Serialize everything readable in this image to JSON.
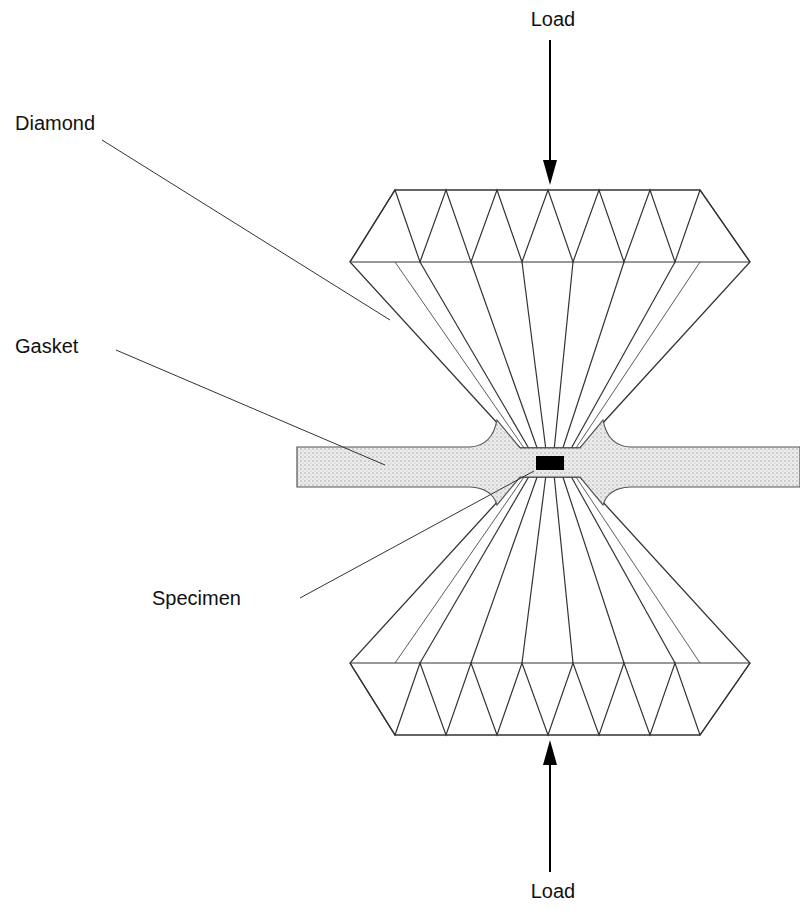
{
  "diagram": {
    "labels": [
      "Load",
      "Diamond",
      "Gasket",
      "Specimen",
      "Load"
    ]
  }
}
